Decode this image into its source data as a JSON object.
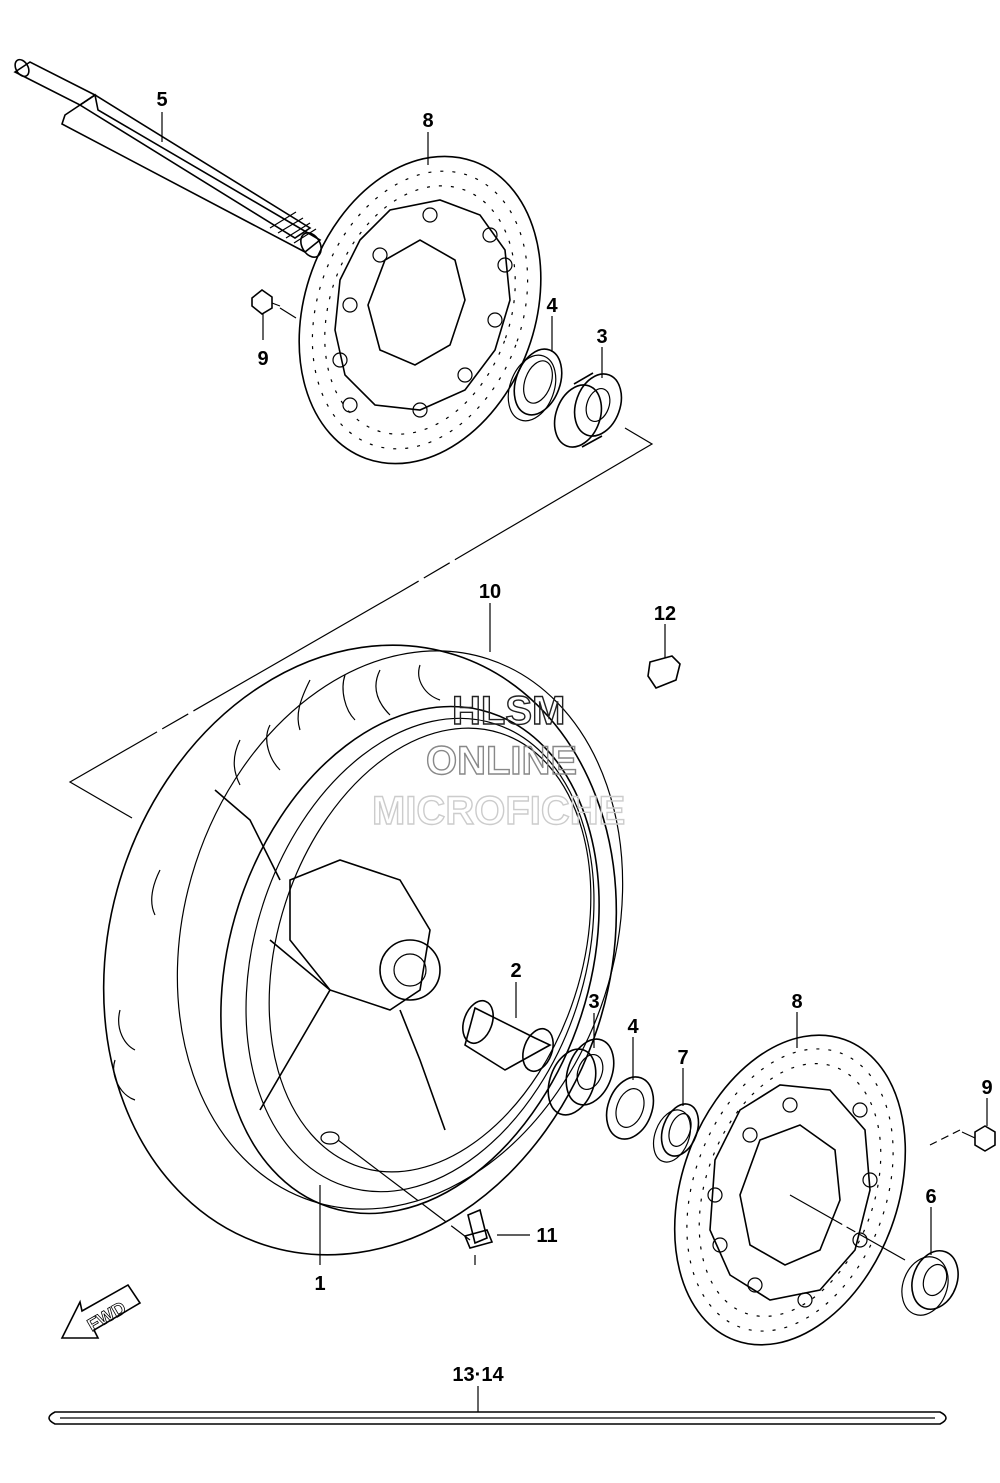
{
  "callouts": {
    "c1": "1",
    "c2": "2",
    "c3a": "3",
    "c3b": "3",
    "c4a": "4",
    "c4b": "4",
    "c5": "5",
    "c6": "6",
    "c7": "7",
    "c8a": "8",
    "c8b": "8",
    "c9a": "9",
    "c9b": "9",
    "c10": "10",
    "c11": "11",
    "c12": "12",
    "c1314": "13·14"
  },
  "watermark": {
    "line1": "HLSM",
    "line2": "ONLINE",
    "line3": "MICROFICHE"
  },
  "fwd_label": "FWD"
}
